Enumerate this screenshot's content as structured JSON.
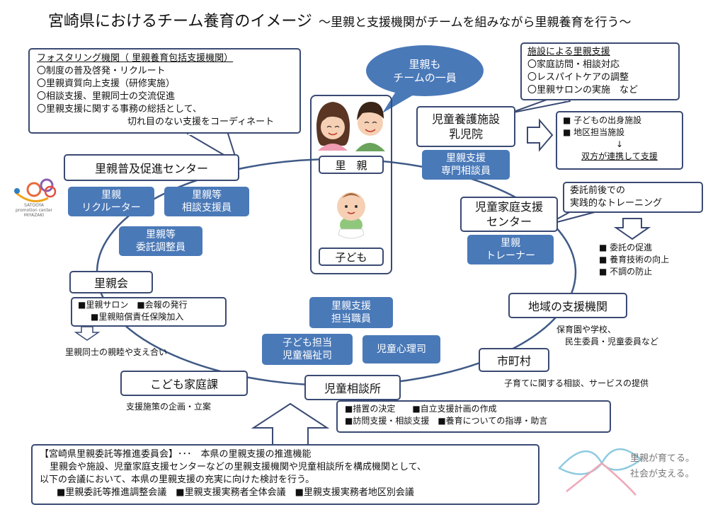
{
  "title": "宮崎県におけるチーム養育のイメージ",
  "subtitle": "～里親と支援機関がチームを組みながら里親養育を行う～",
  "fostering": {
    "heading": "フォスタリング機関（ 里親養育包括支援機関）",
    "items": [
      "〇制度の普及啓発・リクルート",
      "〇里親資質向上支援（研修実施）",
      "〇相談支援、里親同士の交流促進",
      "〇里親支援に関する事務の総括として、"
    ],
    "last_line": "切れ目のない支援をコーディネート"
  },
  "bubble": [
    "里親も",
    "チームの一員"
  ],
  "satooya_label": "里　親",
  "kodomo_label": "子ども",
  "shisetsu_support": {
    "heading": "施設による里親支援",
    "items": [
      "〇家庭訪問・相談対応",
      "〇レスパイトケアの調整",
      "〇里親サロンの実施　など"
    ]
  },
  "jidou_shisetsu": [
    "児童養護施設",
    "乳児院"
  ],
  "shisetsu_detail": {
    "items": [
      "■ 子どもの出身施設",
      "■ 地区担当施設"
    ],
    "arrow": "↓",
    "link": "双方が連携して支援"
  },
  "senmon": [
    "里親支援",
    "専門相談員"
  ],
  "fukyu_center": "里親普及促進センター",
  "recruiter": [
    "里親",
    "リクルーター"
  ],
  "soudanin": [
    "里親等",
    "相談支援員"
  ],
  "chouseiin": [
    "里親等",
    "委託調整員"
  ],
  "logo": {
    "line1": "SATOOYA",
    "line2": "promotion center",
    "line3": "MIYAZAKI"
  },
  "katei_center": [
    "児童家庭支援",
    "センター"
  ],
  "training_box": [
    "委託前後での",
    "実践的なトレーニング"
  ],
  "training_effects": [
    "■ 委託の促進",
    "■ 養育技術の向上",
    "■ 不調の防止"
  ],
  "trainer": [
    "里親",
    "トレーナー"
  ],
  "satooyakai": "里親会",
  "satooyakai_detail": [
    "■里親サロン　■会報の発行",
    "■里親賠償責任保険加入"
  ],
  "satooyakai_effect": "里親同士の親睦や支え合い",
  "tantou_shokuin": [
    "里親支援",
    "担当職員"
  ],
  "kodomo_tantou": [
    "子ども担当",
    "児童福祉司"
  ],
  "shinrishi": "児童心理司",
  "chiiki": "地域の支援機関",
  "chiiki_detail": [
    "保育園や学校、",
    "民生委員・児童委員など"
  ],
  "shichouson": "市町村",
  "shichouson_detail": "子育てに関する相談、サービスの提供",
  "kodomo_katei": "こども家庭課",
  "kodomo_katei_detail": "支援施策の企画・立案",
  "soudanjo": "児童相談所",
  "soudanjo_detail": [
    "■措置の決定　　■自立支援計画の作成",
    "■訪問支援・相談支援　■養育についての指導・助言"
  ],
  "committee": {
    "heading": "【宮崎県里親委託等推進委員会】･･･　本県の里親支援の推進機能",
    "body1": "里親会や施設、児童家庭支援センターなどの里親支援機関や児童相談所を構成機関として、",
    "body2": "以下の会議において、本県の里親支援の充実に向けた検討を行う。",
    "meetings": "■里親委託等推進調整会議　■里親支援実務者全体会議　■里親支援実務者地区別会議"
  },
  "tagline": [
    "里親が育てる。",
    "社会が支える。"
  ],
  "colors": {
    "accent": "#4a79b8",
    "border": "#3a4a73",
    "ring": "#3f5a86"
  }
}
